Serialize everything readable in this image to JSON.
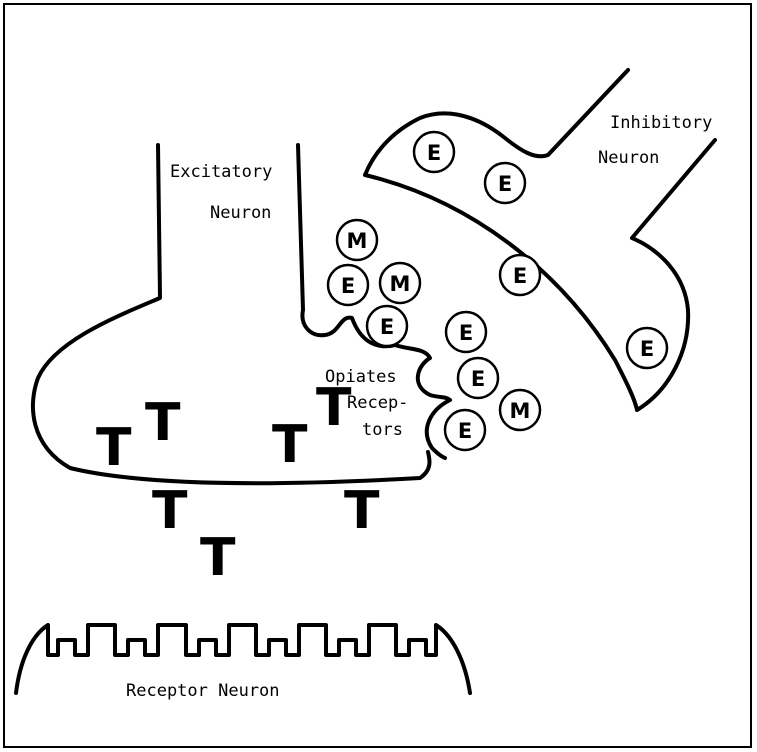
{
  "labels": {
    "excitatory_line1": "Excitatory",
    "excitatory_line2": "Neuron",
    "inhibitory_line1": "Inhibitory",
    "inhibitory_line2": "Neuron",
    "opiates_line1": "Opiates",
    "opiates_line2": "Recep-",
    "opiates_line3": "tors",
    "receptor_neuron": "Receptor Neuron"
  },
  "molecules": {
    "transmitter": "T",
    "enkephalin": "E",
    "morphine": "M"
  }
}
